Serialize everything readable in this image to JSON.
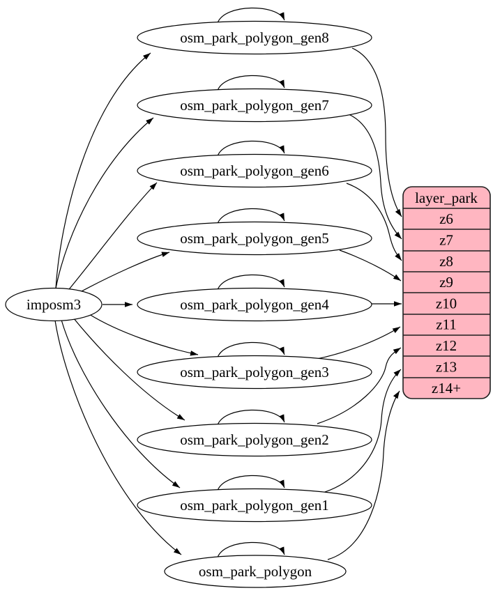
{
  "diagram": {
    "type": "graphviz-digraph",
    "background": "#ffffff",
    "source": {
      "label": "imposm3"
    },
    "tables": [
      {
        "label": "osm_park_polygon_gen8",
        "zoom": "z6",
        "self_loop": true
      },
      {
        "label": "osm_park_polygon_gen7",
        "zoom": "z7",
        "self_loop": true
      },
      {
        "label": "osm_park_polygon_gen6",
        "zoom": "z8",
        "self_loop": true
      },
      {
        "label": "osm_park_polygon_gen5",
        "zoom": "z9",
        "self_loop": true
      },
      {
        "label": "osm_park_polygon_gen4",
        "zoom": "z10",
        "self_loop": true
      },
      {
        "label": "osm_park_polygon_gen3",
        "zoom": "z11",
        "self_loop": true
      },
      {
        "label": "osm_park_polygon_gen2",
        "zoom": "z12",
        "self_loop": true
      },
      {
        "label": "osm_park_polygon_gen1",
        "zoom": "z13",
        "self_loop": true
      },
      {
        "label": "osm_park_polygon",
        "zoom": "z14+",
        "self_loop": true
      }
    ],
    "layer": {
      "title": "layer_park",
      "rows": [
        "z6",
        "z7",
        "z8",
        "z9",
        "z10",
        "z11",
        "z12",
        "z13",
        "z14+"
      ],
      "fill": "#ffb6c1",
      "stroke": "#1f1f1f"
    },
    "node_style": {
      "fill": "#ffffff",
      "stroke": "#000000",
      "text": "#000000"
    }
  }
}
